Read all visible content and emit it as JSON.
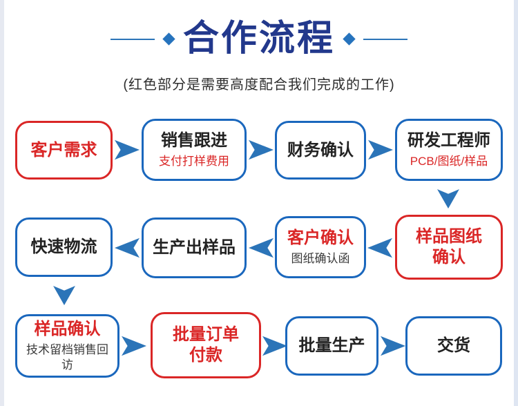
{
  "page": {
    "title": "合作流程",
    "subtitle": "(红色部分是需要高度配合我们完成的工作)"
  },
  "colors": {
    "title_navy": "#22388c",
    "box_border_blue": "#1a67bd",
    "box_border_red": "#da2626",
    "arrow_blue": "#2b74b8",
    "text_dark": "#222222",
    "text_red": "#da2626"
  },
  "flow": {
    "boxes": [
      {
        "title": "客户需求"
      },
      {
        "title": "销售跟进",
        "sub": "支付打样费用"
      },
      {
        "title": "财务确认"
      },
      {
        "title": "研发工程师",
        "sub": "PCB/图纸/样品"
      },
      {
        "title": "快速物流"
      },
      {
        "title": "生产出样品"
      },
      {
        "title": "客户确认",
        "sub": "图纸确认函"
      },
      {
        "title": "样品图纸\n确认"
      },
      {
        "title": "样品确认",
        "sub": "技术留档销售回访"
      },
      {
        "title": "批量订单\n付款"
      },
      {
        "title": "批量生产"
      },
      {
        "title": "交货"
      }
    ]
  }
}
